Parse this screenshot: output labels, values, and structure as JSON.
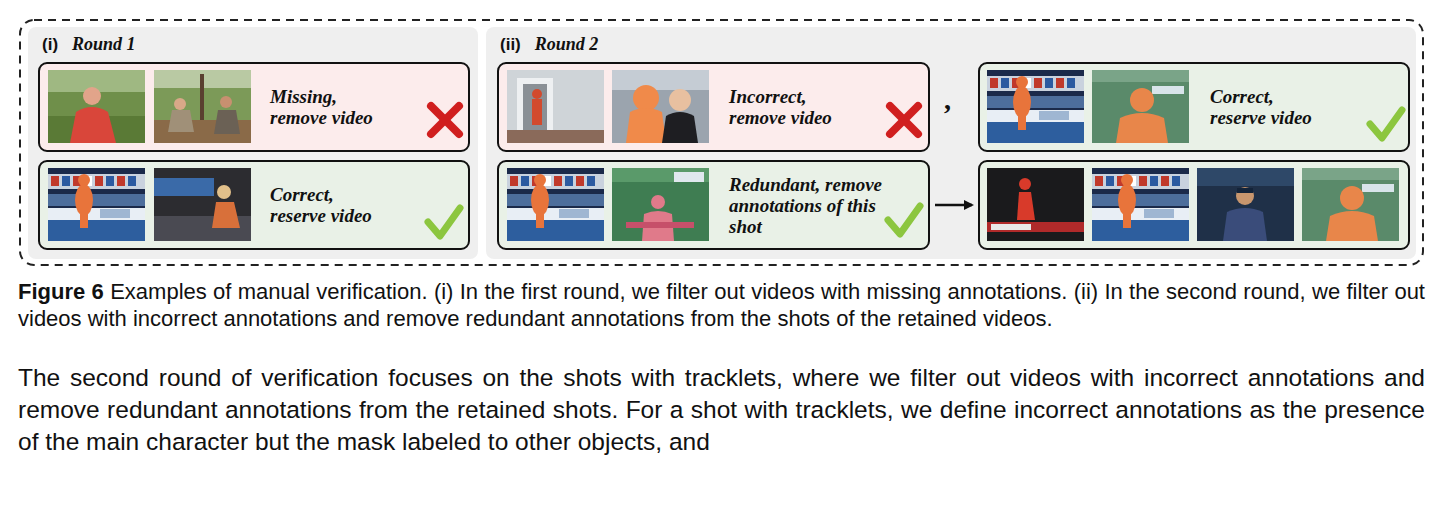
{
  "diagram": {
    "caption": "Examples of manual verification. (i) In the first round, we filter out videos with missing annotations. (ii) In the second round, we filter out videos with incorrect annotations and remove redundant annotations from the shots of the retained videos.",
    "nodes": [
      {
        "text": [
          "(i)",
          "Round 1"
        ]
      },
      {
        "text": [
          "Missing, remove video"
        ],
        "in": 0
      },
      {
        "text": [
          "Correct, reserve video"
        ],
        "in": 0
      },
      {
        "text": [
          "(ii)",
          "Round 2"
        ]
      },
      {
        "text": [
          "Incorrect, remove video"
        ],
        "in": 3
      },
      {
        "text": [
          "Correct, reserve video"
        ],
        "in": 3
      },
      {
        "text": [
          "Redundant, remove annotations of this shot"
        ],
        "in": 3
      },
      {
        "text": [],
        "in": 3
      }
    ],
    "edges": [
      {
        "from": 6,
        "to": 7,
        "arrow": "to"
      }
    ],
    "labels": [
      ",",
      "Figure 6",
      "The second round of verification focuses on the shots with tracklets, where we filter out videos with incorrect annotations and remove redundant annotations from the retained shots. For a shot with tracklets, we define incorrect annotations as the presence of the main character but the mask labeled to other objects, and"
    ]
  }
}
